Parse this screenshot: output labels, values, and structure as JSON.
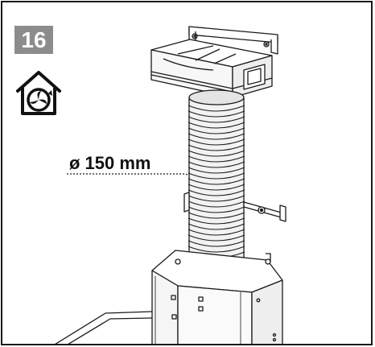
{
  "step": {
    "number": "16"
  },
  "mode_icon": {
    "name": "recirculation-house-icon"
  },
  "annotation": {
    "diameter_label": "ø 150 mm"
  },
  "illustration": {
    "name": "chimney-hood-flexible-duct-installation"
  },
  "colors": {
    "border": "#1a1a1a",
    "badge": "#8c8c8c",
    "line": "#1a1a1a",
    "duct_fill": "#f2f2f2"
  }
}
